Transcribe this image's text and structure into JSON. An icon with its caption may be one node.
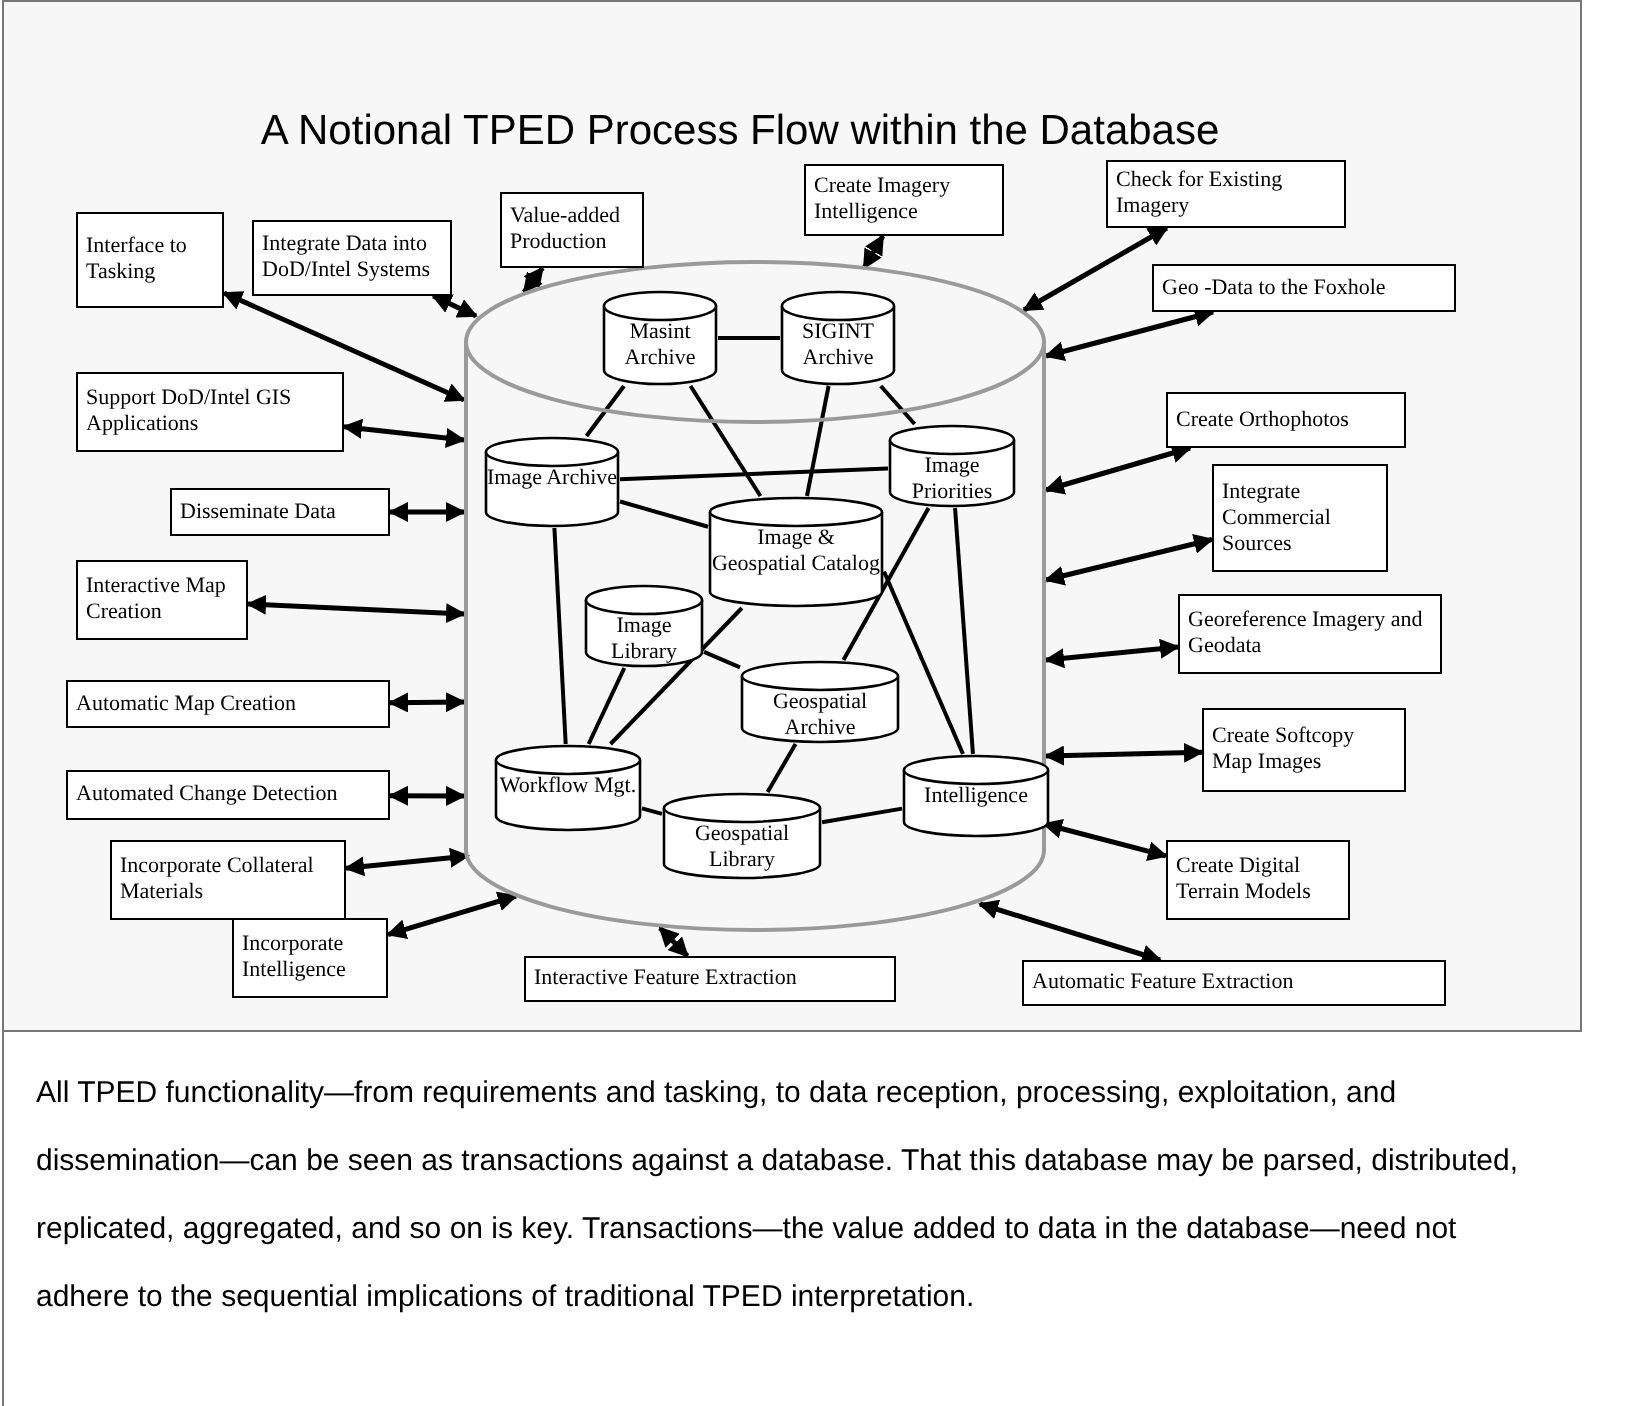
{
  "diagram": {
    "title": "A Notional TPED Process Flow within the Database",
    "caption": "All TPED functionality—from requirements and tasking, to data reception, processing, exploitation, and dissemination—can be seen as transactions against a database.  That this database may be parsed, distributed, replicated, aggregated, and so on is key.  Transactions—the value added to data in the database—need not adhere to the sequential implications of traditional TPED interpretation.",
    "nodes": [
      {
        "text": [],
        "shape": "cylinder"
      },
      {
        "text": [
          "Value-added Production"
        ]
      },
      {
        "text": [
          "Integrate Data into DoD/Intel Systems"
        ]
      },
      {
        "text": [
          "Create Imagery Intelligence"
        ]
      },
      {
        "text": [
          "Check for Existing Imagery"
        ]
      },
      {
        "text": [
          "Interface to Tasking"
        ]
      },
      {
        "text": [
          "Geo -Data to the Foxhole"
        ]
      },
      {
        "text": [
          "Support DoD/Intel GIS Applications"
        ]
      },
      {
        "text": [
          "Create Orthophotos"
        ]
      },
      {
        "text": [
          "Disseminate Data"
        ]
      },
      {
        "text": [
          "Integrate Commercial Sources"
        ]
      },
      {
        "text": [
          "Interactive Map Creation"
        ]
      },
      {
        "text": [
          "Georeference Imagery and Geodata"
        ]
      },
      {
        "text": [
          "Automatic Map Creation"
        ]
      },
      {
        "text": [
          "Create Softcopy Map Images"
        ]
      },
      {
        "text": [
          "Automated Change Detection"
        ]
      },
      {
        "text": [
          "Incorporate Collateral Materials"
        ]
      },
      {
        "text": [
          "Create Digital Terrain Models"
        ]
      },
      {
        "text": [
          "Incorporate Intelligence"
        ]
      },
      {
        "text": [
          "Interactive Feature Extraction"
        ]
      },
      {
        "text": [
          "Automatic Feature Extraction"
        ]
      },
      {
        "text": [
          "Masint Archive"
        ],
        "in": 0
      },
      {
        "text": [
          "SIGINT Archive"
        ],
        "in": 0
      },
      {
        "text": [
          "Image Archive"
        ],
        "in": 0
      },
      {
        "text": [
          "Image Priorities"
        ],
        "in": 0
      },
      {
        "text": [
          "Image & Geospatial Catalog"
        ],
        "in": 0
      },
      {
        "text": [
          "Image Library"
        ],
        "in": 0
      },
      {
        "text": [
          "Geospatial Archive"
        ],
        "in": 0
      },
      {
        "text": [
          "Workflow Mgt."
        ],
        "in": 0
      },
      {
        "text": [
          "Intelligence"
        ],
        "in": 0
      },
      {
        "text": [
          "Geospatial Library"
        ],
        "in": 0
      }
    ],
    "edges": [
      {
        "from": 1,
        "to": 0,
        "arrow": "both"
      },
      {
        "from": 2,
        "to": 0,
        "arrow": "both"
      },
      {
        "from": 3,
        "to": 0,
        "arrow": "both"
      },
      {
        "from": 4,
        "to": 0,
        "arrow": "both"
      },
      {
        "from": 5,
        "to": 0,
        "arrow": "both"
      },
      {
        "from": 6,
        "to": 0,
        "arrow": "both"
      },
      {
        "from": 7,
        "to": 0,
        "arrow": "both"
      },
      {
        "from": 8,
        "to": 0,
        "arrow": "both"
      },
      {
        "from": 9,
        "to": 0,
        "arrow": "both"
      },
      {
        "from": 10,
        "to": 0,
        "arrow": "both"
      },
      {
        "from": 11,
        "to": 0,
        "arrow": "both"
      },
      {
        "from": 12,
        "to": 0,
        "arrow": "both"
      },
      {
        "from": 13,
        "to": 0,
        "arrow": "both"
      },
      {
        "from": 14,
        "to": 0,
        "arrow": "both"
      },
      {
        "from": 15,
        "to": 0,
        "arrow": "both"
      },
      {
        "from": 16,
        "to": 0,
        "arrow": "both"
      },
      {
        "from": 17,
        "to": 0,
        "arrow": "both"
      },
      {
        "from": 18,
        "to": 0,
        "arrow": "both"
      },
      {
        "from": 19,
        "to": 0,
        "arrow": "both"
      },
      {
        "from": 20,
        "to": 0,
        "arrow": "both"
      },
      {
        "from": 21,
        "to": 22,
        "arrow": "none"
      },
      {
        "from": 21,
        "to": 23,
        "arrow": "none"
      },
      {
        "from": 21,
        "to": 25,
        "arrow": "none"
      },
      {
        "from": 22,
        "to": 25,
        "arrow": "none"
      },
      {
        "from": 22,
        "to": 24,
        "arrow": "none"
      },
      {
        "from": 23,
        "to": 24,
        "arrow": "none"
      },
      {
        "from": 23,
        "to": 25,
        "arrow": "none"
      },
      {
        "from": 23,
        "to": 28,
        "arrow": "none"
      },
      {
        "from": 25,
        "to": 28,
        "arrow": "none"
      },
      {
        "from": 25,
        "to": 29,
        "arrow": "none"
      },
      {
        "from": 26,
        "to": 28,
        "arrow": "none"
      },
      {
        "from": 26,
        "to": 27,
        "arrow": "none"
      },
      {
        "from": 24,
        "to": 27,
        "arrow": "none"
      },
      {
        "from": 24,
        "to": 29,
        "arrow": "none"
      },
      {
        "from": 27,
        "to": 30,
        "arrow": "none"
      },
      {
        "from": 30,
        "to": 29,
        "arrow": "none"
      },
      {
        "from": 28,
        "to": 30,
        "arrow": "none"
      }
    ]
  }
}
